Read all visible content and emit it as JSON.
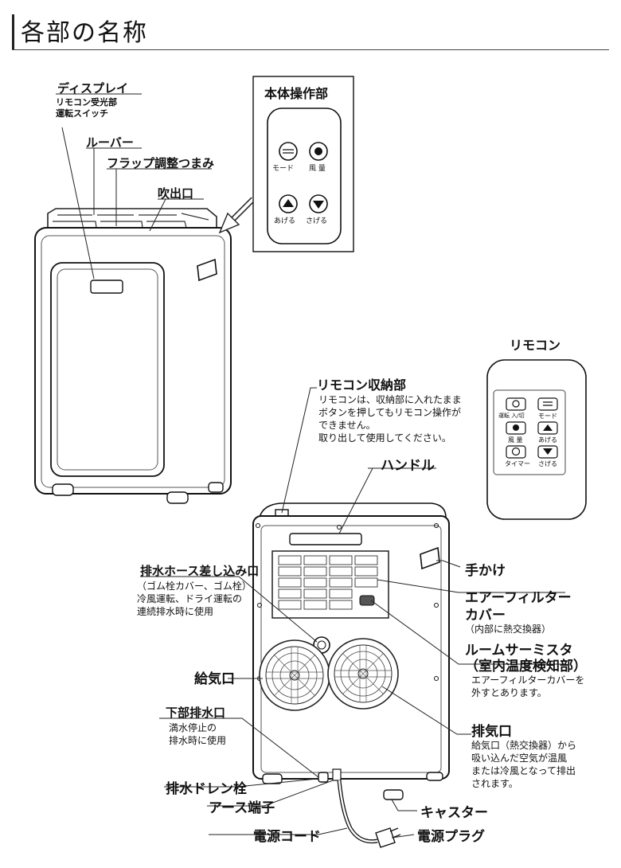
{
  "page": {
    "title": "各部の名称"
  },
  "front_unit": {
    "display": "ディスプレイ",
    "display_note": [
      "リモコン受光部",
      "運転スイッチ"
    ],
    "louver": "ルーバー",
    "flap_knob": "フラップ調整つまみ",
    "outlet": "吹出口"
  },
  "control_panel": {
    "title": "本体操作部",
    "buttons": [
      "モード",
      "風 量",
      "あげる",
      "さげる"
    ]
  },
  "remote": {
    "title": "リモコン",
    "buttons": [
      "運転 入/切",
      "モード",
      "風 量",
      "あげる",
      "タイマー",
      "さげる"
    ]
  },
  "back_unit": {
    "remote_storage": "リモコン収納部",
    "remote_storage_note": [
      "リモコンは、収納部に入れたまま",
      "ボタンを押してもリモコン操作が",
      "できません。",
      "取り出して使用してください。"
    ],
    "handle": "ハンドル",
    "drain_hose": "排水ホース差し込み口",
    "drain_hose_note": [
      "（ゴム栓カバー、ゴム栓）",
      "冷風運転、ドライ運転の",
      "連続排水時に使用"
    ],
    "hand_grip": "手かけ",
    "air_filter": "エアーフィルター",
    "air_filter_cover": "カバー",
    "air_filter_note": "（内部に熱交換器）",
    "thermistor": "ルームサーミスタ",
    "thermistor_sub": "（室内温度検知部）",
    "thermistor_note": [
      "エアーフィルターカバーを",
      "外すとあります。"
    ],
    "intake": "給気口",
    "lower_drain": "下部排水口",
    "lower_drain_note": [
      "満水停止の",
      "排水時に使用"
    ],
    "exhaust": "排気口",
    "exhaust_note": [
      "給気口（熱交換器）から",
      "吸い込んだ空気が温風",
      "または冷風となって排出",
      "されます。"
    ],
    "drain_plug": "排水ドレン栓",
    "earth": "アース端子",
    "caster": "キャスター",
    "power_cord": "電源コード",
    "power_plug": "電源プラグ"
  }
}
